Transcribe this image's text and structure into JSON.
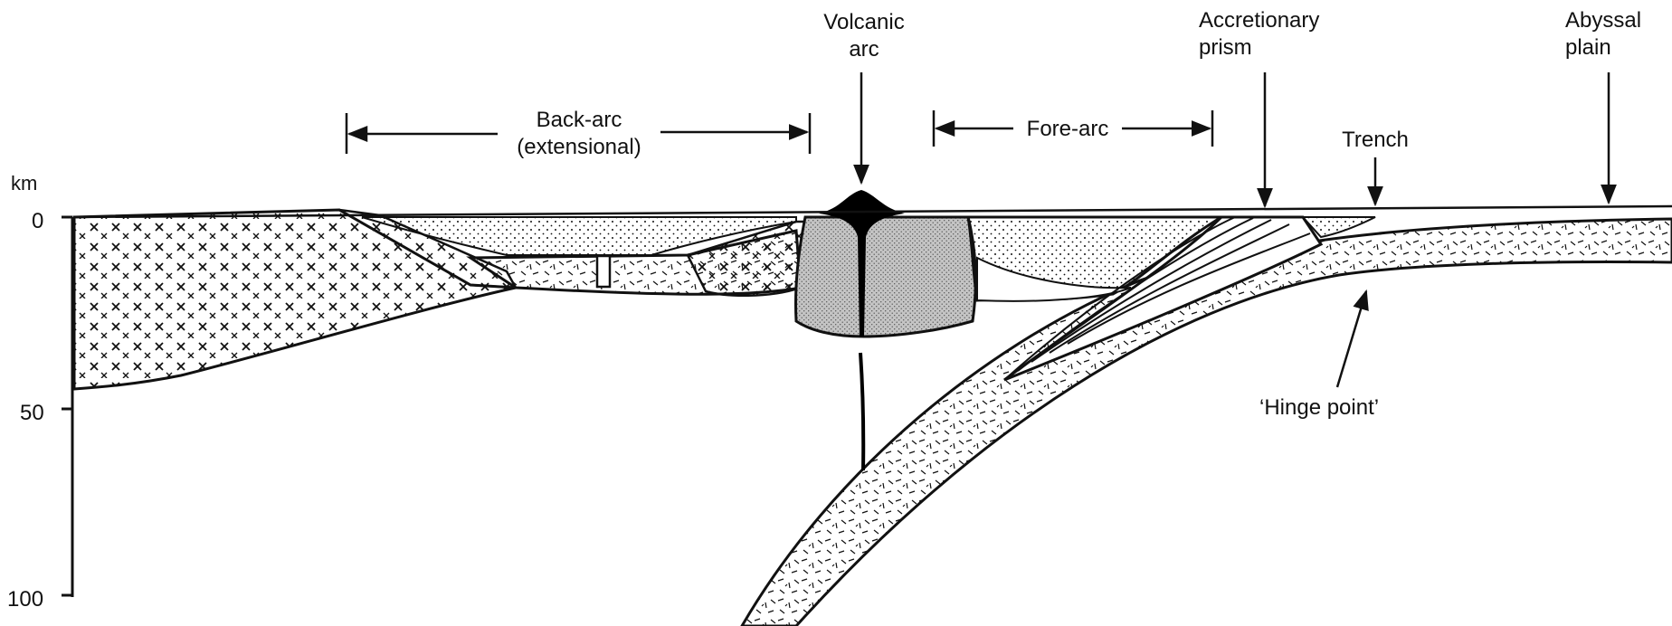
{
  "diagram": {
    "axis": {
      "unit": "km",
      "ticks": [
        {
          "value": 0,
          "label": "0"
        },
        {
          "value": 50,
          "label": "50"
        },
        {
          "value": 100,
          "label": "100"
        }
      ]
    },
    "labels": {
      "volcanic_arc": [
        "Volcanic",
        "arc"
      ],
      "accretionary_prism": [
        "Accretionary",
        "prism"
      ],
      "abyssal_plain": [
        "Abyssal",
        "plain"
      ],
      "back_arc": [
        "Back-arc",
        "(extensional)"
      ],
      "fore_arc": "Fore-arc",
      "trench": "Trench",
      "hinge_point": "‘Hinge point’"
    },
    "colors": {
      "ink": "#111111",
      "arc_fill": "#b9b9b9",
      "magma": "#000000",
      "paper": "#ffffff"
    }
  }
}
